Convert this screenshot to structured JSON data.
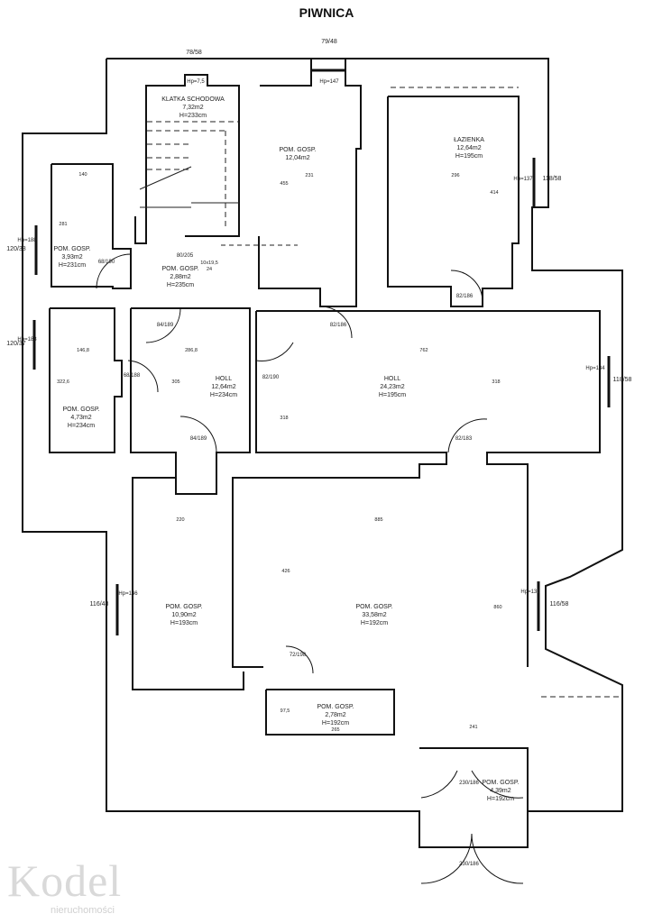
{
  "title": "PIWNICA",
  "logo": {
    "name": "Kodel",
    "subtitle": "nieruchomości"
  },
  "rooms": [
    {
      "name": "KLATKA SCHODOWA",
      "area": "7,32m2",
      "height": "H=233cm"
    },
    {
      "name": "POM. GOSP.",
      "area": "3,93m2",
      "height": "H=231cm"
    },
    {
      "name": "POM. GOSP.",
      "area": "2,88m2",
      "height": "H=235cm"
    },
    {
      "name": "POM. GOSP.",
      "area": "12,04m2",
      "height": ""
    },
    {
      "name": "ŁAZIENKA",
      "area": "12,64m2",
      "height": "H=195cm"
    },
    {
      "name": "POM. GOSP.",
      "area": "4,73m2",
      "height": "H=234cm"
    },
    {
      "name": "HOLL",
      "area": "12,64m2",
      "height": "H=234cm"
    },
    {
      "name": "HOLL",
      "area": "24,23m2",
      "height": "H=195cm"
    },
    {
      "name": "POM. GOSP.",
      "area": "10,90m2",
      "height": "H=193cm"
    },
    {
      "name": "POM. GOSP.",
      "area": "33,58m2",
      "height": "H=192cm"
    },
    {
      "name": "POM. GOSP.",
      "area": "2,78m2",
      "height": "H=192cm"
    },
    {
      "name": "POM. GOSP.",
      "area": "4,39m2",
      "height": "H=192cm"
    }
  ],
  "windows": [
    {
      "sill": "Hp=7,5",
      "size": "78/58"
    },
    {
      "sill": "Hp=147",
      "size": "79/48"
    },
    {
      "sill": "Hp=137",
      "size": "118/58"
    },
    {
      "sill": "Hp=188",
      "size": "120/38"
    },
    {
      "sill": "Hp=188",
      "size": "120/37"
    },
    {
      "sill": "Hp=134",
      "size": "118/58"
    },
    {
      "sill": "Hp=146",
      "size": "116/48"
    },
    {
      "sill": "Hp=132",
      "size": "116/58"
    }
  ],
  "doors": [
    "68/190",
    "80/205",
    "68/188",
    "84/189",
    "82/190",
    "82/186",
    "82/186",
    "84/189",
    "82/183",
    "72/198",
    "230/186",
    "230/186"
  ],
  "dimensions": [
    "140",
    "231",
    "296",
    "146,8",
    "286,8",
    "762",
    "220",
    "885",
    "265",
    "241",
    "281",
    "455",
    "414",
    "322,6",
    "305",
    "318",
    "318",
    "426",
    "860",
    "97,5",
    "10x19,5",
    "24"
  ]
}
